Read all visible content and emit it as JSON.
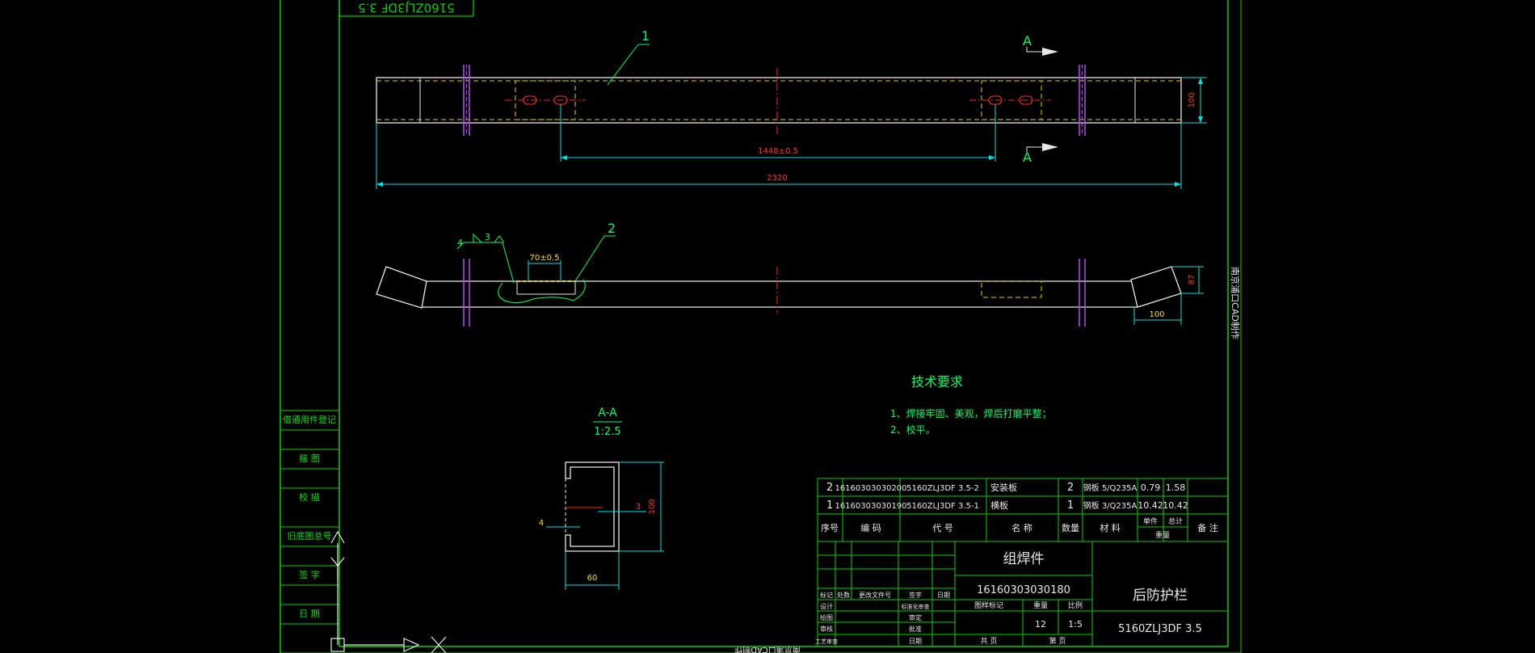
{
  "colors": {
    "background": "#000000",
    "frame": "#00d200",
    "part": "#e8e8e8",
    "hidden": "#e6d200",
    "dimension": "#00e0e0",
    "leader": "#00ff66",
    "center": "#ff2020",
    "flange": "#c040ff",
    "table_text": "#e8e8e8"
  },
  "view_top": {
    "balloon": "1",
    "section_mark_top": "A",
    "section_mark_bottom": "A",
    "dim_height": "100",
    "dim_holes": "1448±0.5",
    "dim_length": "2320"
  },
  "view_front": {
    "balloon": "2",
    "weld_size_1": "4",
    "weld_size_2": "3",
    "dim_slot": "70±0.5",
    "dim_end": "100",
    "dim_height": "87"
  },
  "section": {
    "title": "A-A",
    "scale": "1:2.5",
    "dim_height": "100",
    "dim_width": "60",
    "dim_wall": "4",
    "dim_inner": "3"
  },
  "tech": {
    "title": "技术要求",
    "line1": "1、焊接牢固、美观，焊后打磨平整；",
    "line2": "2、校平。"
  },
  "left_strip": [
    "借通用件登记",
    "描  图",
    "校  描",
    "旧底图总号",
    "签  字",
    "日  期"
  ],
  "top_box": "5160ZLJ3DF 3.5",
  "side_note": "南京浦口CAD制作",
  "bottom_note": "南京浦口CAD制作",
  "bom": {
    "rows": [
      [
        "2",
        "16160303030200",
        "5160ZLJ3DF 3.5-2",
        "安装板",
        "2",
        "钢板 5/Q235A",
        "0.79",
        "1.58",
        ""
      ],
      [
        "1",
        "16160303030190",
        "5160ZLJ3DF 3.5-1",
        "横板",
        "1",
        "钢板 3/Q235A",
        "10.42",
        "10.42",
        ""
      ]
    ],
    "headers": [
      "序号",
      "编  码",
      "代  号",
      "名  称",
      "数量",
      "材  料",
      "单件",
      "总计",
      "备  注"
    ],
    "weight_header": "重量"
  },
  "title_block": {
    "part_type": "组焊件",
    "code": "16160303030180",
    "name": "后防护栏",
    "drawing_no": "5160ZLJ3DF 3.5",
    "weight": "12",
    "scale": "1:5",
    "labels": {
      "mark": "标记",
      "count": "处数",
      "change_doc": "更改文件号",
      "sign": "签字",
      "date": "日期",
      "design": "设计",
      "draw": "绘图",
      "check": "审核",
      "process": "工艺审查",
      "std_check": "标准化审查",
      "review": "审定",
      "approve": "批准",
      "approve_date": "日期",
      "stage": "图样标记",
      "weight_lbl": "重量",
      "scale_lbl": "比例",
      "total": "共  页",
      "sheet": "第  页"
    }
  }
}
